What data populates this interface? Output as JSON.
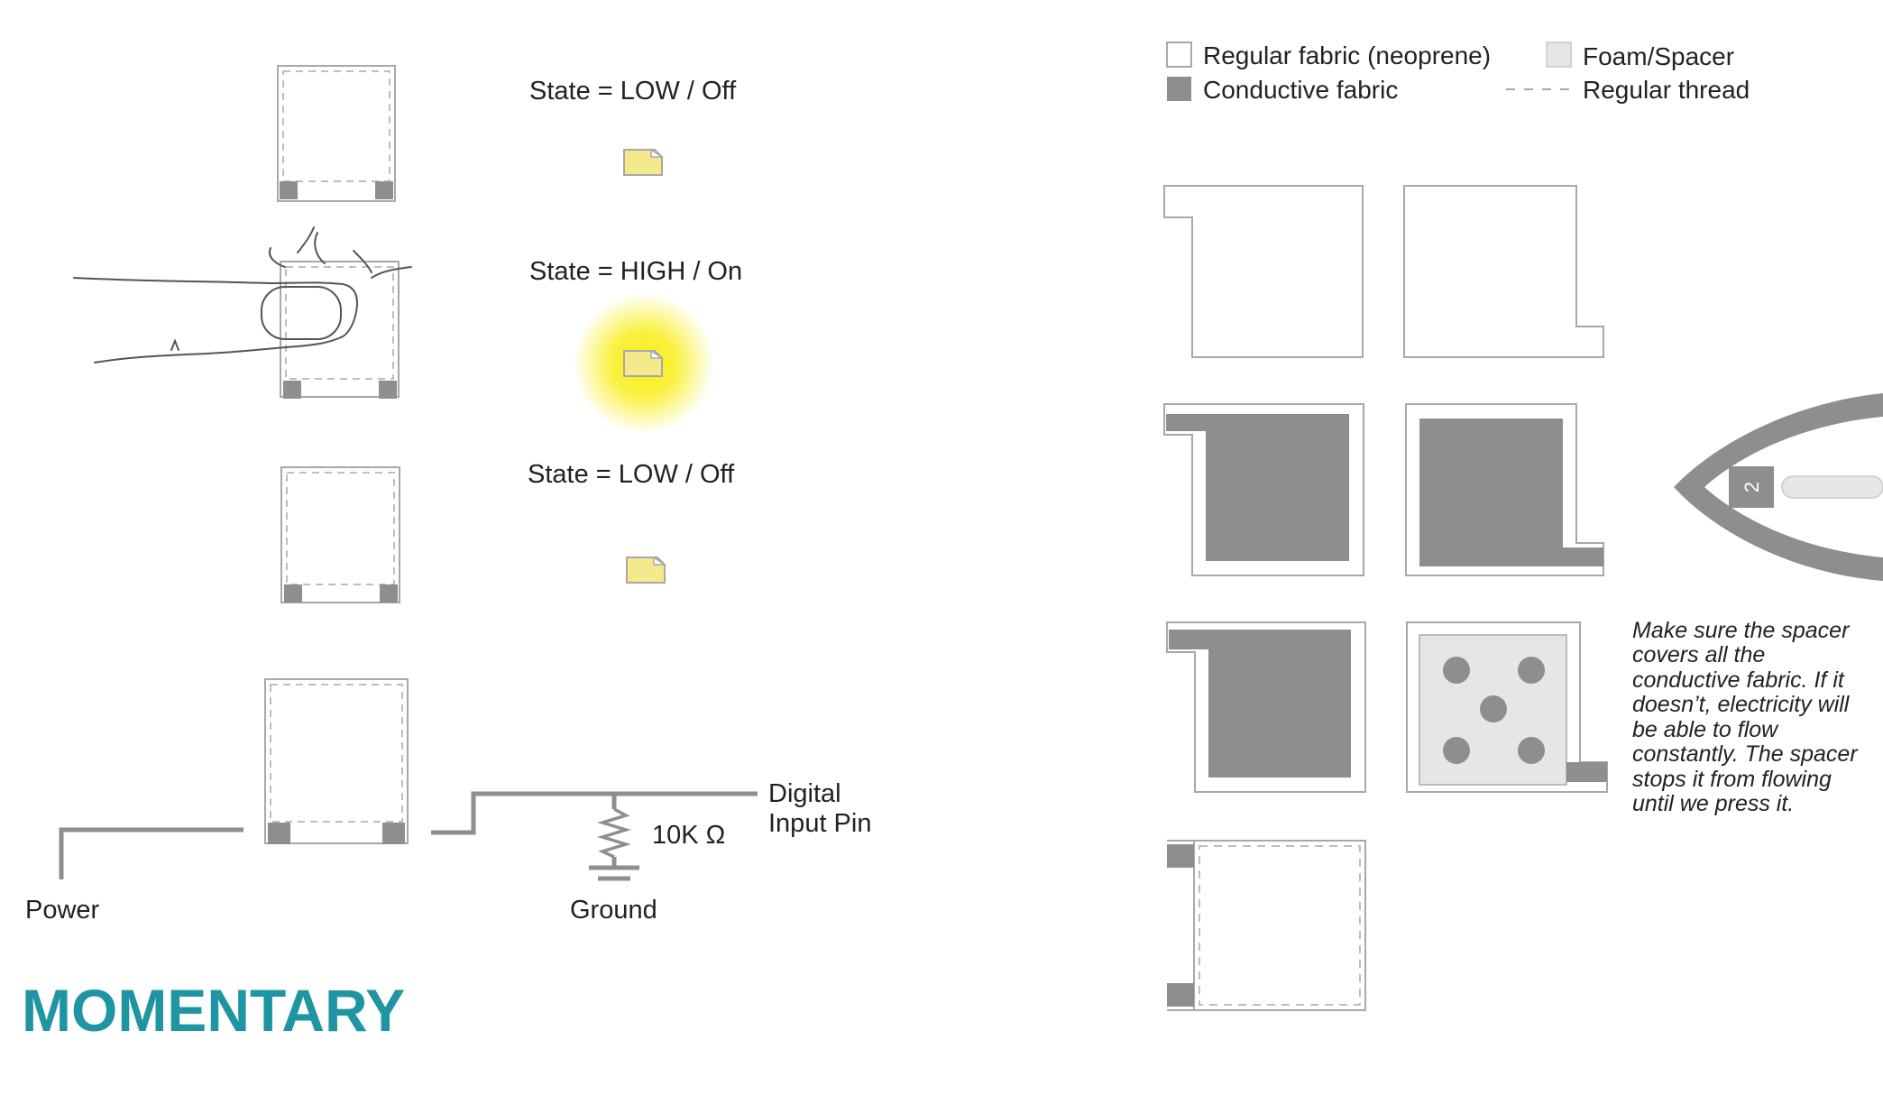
{
  "legend": {
    "regular_fabric": "Regular fabric (neoprene)",
    "conductive_fabric": "Conductive fabric",
    "foam_spacer": "Foam/Spacer",
    "regular_thread": "Regular thread"
  },
  "states": {
    "top": "State = LOW / Off",
    "middle": "State = HIGH / On",
    "bottom": "State = LOW / Off"
  },
  "circuit": {
    "resistor": "10K Ω",
    "digital_line1": "Digital",
    "digital_line2": "Input Pin",
    "power": "Power",
    "ground": "Ground"
  },
  "iron_number": "2",
  "note_lines": [
    "Make sure the spacer",
    "covers all the",
    "conductive fabric. If it",
    "doesn’t, electricity will",
    "be able to flow",
    "constantly. The spacer",
    "stops it from flowing",
    "until we press it."
  ],
  "title": "MOMENTARY",
  "colors": {
    "conductive": "#8e8e90",
    "foam": "#e6e6e8",
    "outline": "#a8a8a8",
    "led_off": "#f4ea8c",
    "led_glow": "#f8ee1c",
    "title": "#1f95a3",
    "wire": "#8e8e90"
  }
}
